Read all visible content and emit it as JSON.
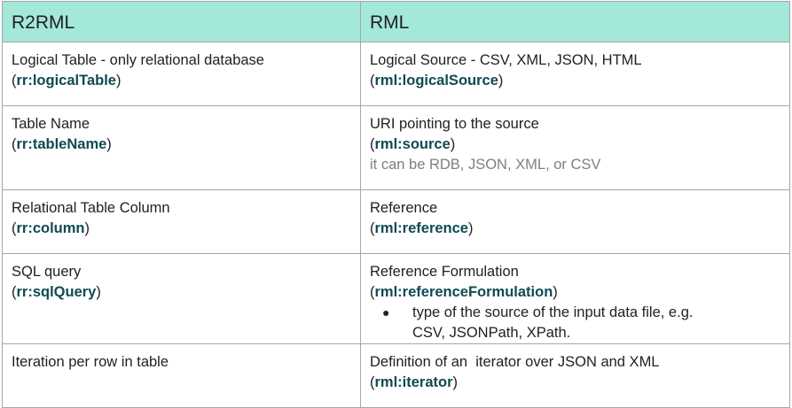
{
  "headers": {
    "col1": "R2RML",
    "col2": "RML"
  },
  "rows": [
    {
      "left": {
        "text": "Logical Table - only relational database",
        "term": "rr:logicalTable"
      },
      "right": {
        "text": "Logical Source - CSV, XML, JSON, HTML",
        "term": "rml:logicalSource"
      }
    },
    {
      "left": {
        "text": "Table Name",
        "term": "rr:tableName"
      },
      "right": {
        "text": "URI pointing to the source",
        "term": "rml:source",
        "note": "it can be RDB, JSON, XML, or CSV"
      }
    },
    {
      "left": {
        "text": "Relational Table Column",
        "term": "rr:column"
      },
      "right": {
        "text": "Reference",
        "term": "rml:reference"
      }
    },
    {
      "left": {
        "text": "SQL query",
        "term": "rr:sqlQuery"
      },
      "right": {
        "text": "Reference Formulation",
        "term": "rml:referenceFormulation",
        "bullet": "●",
        "bullet_line1": "type of the source of the input data file, e.g.",
        "bullet_line2": "CSV, JSONPath, XPath."
      }
    },
    {
      "left": {
        "text": "Iteration per row in table"
      },
      "right": {
        "text": "Definition of an  iterator over JSON and XML",
        "term": "rml:iterator"
      }
    }
  ],
  "punctuation": {
    "open": "(",
    "close": ")"
  }
}
